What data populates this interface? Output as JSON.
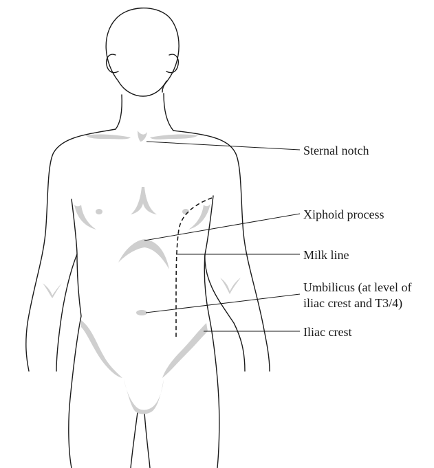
{
  "labels": {
    "sternal_notch": "Sternal notch",
    "xiphoid_process": "Xiphoid process",
    "milk_line": "Milk line",
    "umbilicus_line1": "Umbilicus (at level of",
    "umbilicus_line2": "iliac crest and T3/4)",
    "iliac_crest": "Iliac crest"
  },
  "colors": {
    "outline": "#1a1a1a",
    "landmark_fill": "#cfcfcf",
    "background": "#ffffff"
  }
}
